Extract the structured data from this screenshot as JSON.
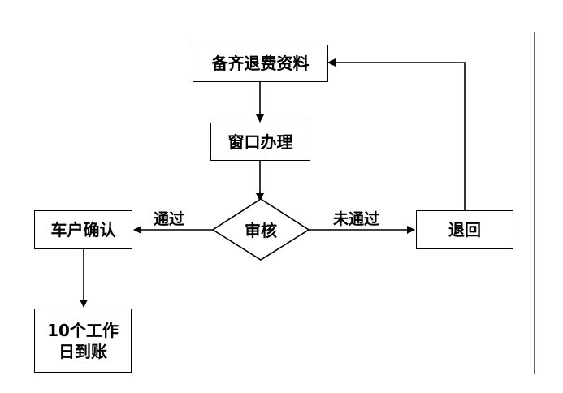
{
  "nodes": {
    "prepare": "备齐退费资料",
    "window": "窗口办理",
    "review": "审核",
    "confirm": "车户确认",
    "arrival_line1": "10个工作",
    "arrival_line2": "日到账",
    "returned": "退回"
  },
  "edges": {
    "pass": "通过",
    "fail": "未通过"
  }
}
